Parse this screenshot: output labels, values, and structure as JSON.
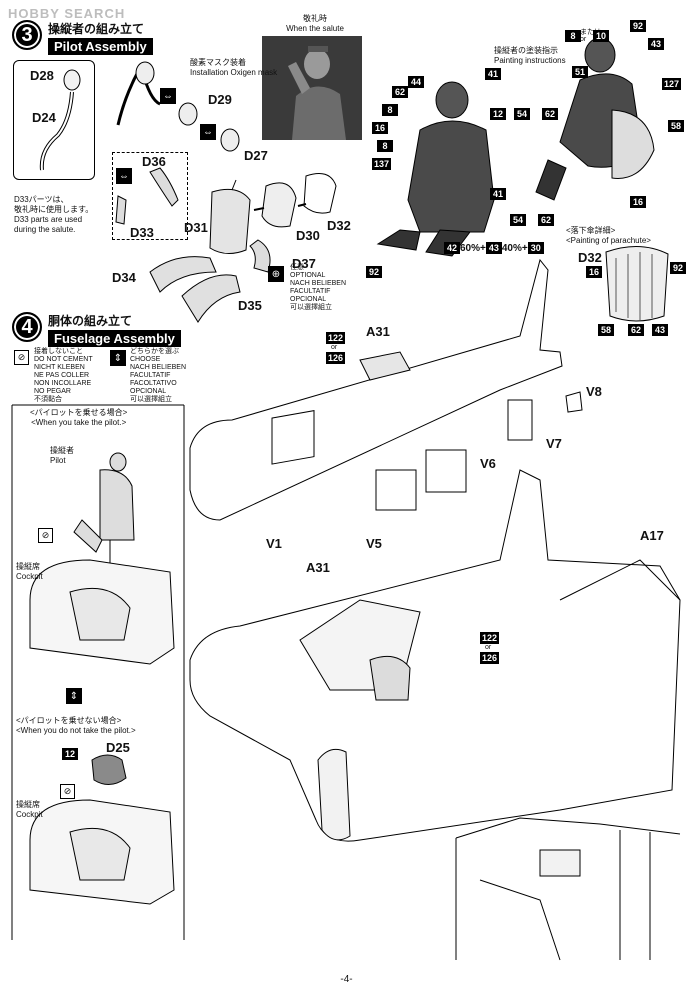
{
  "watermark": "HOBBY SEARCH",
  "page_number": "-4-",
  "step3": {
    "number": "3",
    "title_jp": "操縦者の組み立て",
    "title_en": "Pilot Assembly",
    "salute_jp": "敬礼時",
    "salute_en": "When the salute",
    "mask_jp": "酸素マスク装着",
    "mask_en": "Installation Oxigen mask",
    "paint_jp": "操縦者の塗装指示",
    "paint_en": "Painting instructions",
    "d33_note_jp1": "D33パーツは、",
    "d33_note_jp2": "敬礼時に使用します。",
    "d33_note_en1": "D33 parts are used",
    "d33_note_en2": "during the salute.",
    "parachute_jp": "<落下傘詳細>",
    "parachute_en": "<Painting of parachute>",
    "or": "or",
    "or_jp": "または",
    "optional": [
      "任意",
      "OPTIONAL",
      "NACH BELIEBEN",
      "FACULTATIF",
      "OPCIONAL",
      "可以選擇組立"
    ],
    "parts": {
      "d28": "D28",
      "d24": "D24",
      "d29": "D29",
      "d27": "D27",
      "d36": "D36",
      "d33": "D33",
      "d31": "D31",
      "d30": "D30",
      "d32": "D32",
      "d37": "D37",
      "d34": "D34",
      "d35": "D35"
    },
    "paint": {
      "c8a": "8",
      "c10": "10",
      "c92a": "92",
      "c43a": "43",
      "c51": "51",
      "c127": "127",
      "c58a": "58",
      "c16a": "16",
      "c44": "44",
      "c41a": "41",
      "c62a": "62",
      "c12a": "12",
      "c8b": "8",
      "c16b": "16",
      "c8c": "8",
      "c137": "137",
      "c54a": "54",
      "c62b": "62",
      "c41b": "41",
      "c54b": "54",
      "c62c": "62",
      "c92b": "92",
      "mix_a": "42",
      "mix_a_pct": "60%+",
      "mix_b": "43",
      "mix_b_pct": "40%+",
      "mix_c": "30",
      "p_d32": "D32",
      "p_16": "16",
      "p_92": "92",
      "p_58": "58",
      "p_62": "62",
      "p_43": "43"
    }
  },
  "step4": {
    "number": "4",
    "title_jp": "胴体の組み立て",
    "title_en": "Fuselage Assembly",
    "nocement": [
      "接着しないこと",
      "DO NOT CEMENT",
      "NICHT KLEBEN",
      "NE PAS COLLER",
      "NON INCOLLARE",
      "NO PEGAR",
      "不須黏合"
    ],
    "either": [
      "どちらかを選ぶ",
      "CHOOSE",
      "NACH BELIEBEN",
      "FACULTATIF",
      "FACOLTATIVO",
      "OPCIONAL",
      "可以選擇組立"
    ],
    "with_pilot_jp": "<パイロットを乗せる場合>",
    "with_pilot_en": "<When you take the pilot.>",
    "pilot_jp": "操縦者",
    "pilot_en": "Pilot",
    "cockpit_jp": "操縦席",
    "cockpit_en": "Cockpit",
    "without_pilot_jp": "<パイロットを乗せない場合>",
    "without_pilot_en": "<When you do not take the pilot.>",
    "color12": "12",
    "d25": "D25",
    "cockpit2_jp": "操縦席",
    "cockpit2_en": "Cockpit",
    "parts": {
      "c122a": "122",
      "c126a": "126",
      "a31a": "A31",
      "v8": "V8",
      "v7": "V7",
      "v6": "V6",
      "v1": "V1",
      "v5": "V5",
      "a31b": "A31",
      "a17": "A17",
      "c122b": "122",
      "c126b": "126"
    }
  }
}
